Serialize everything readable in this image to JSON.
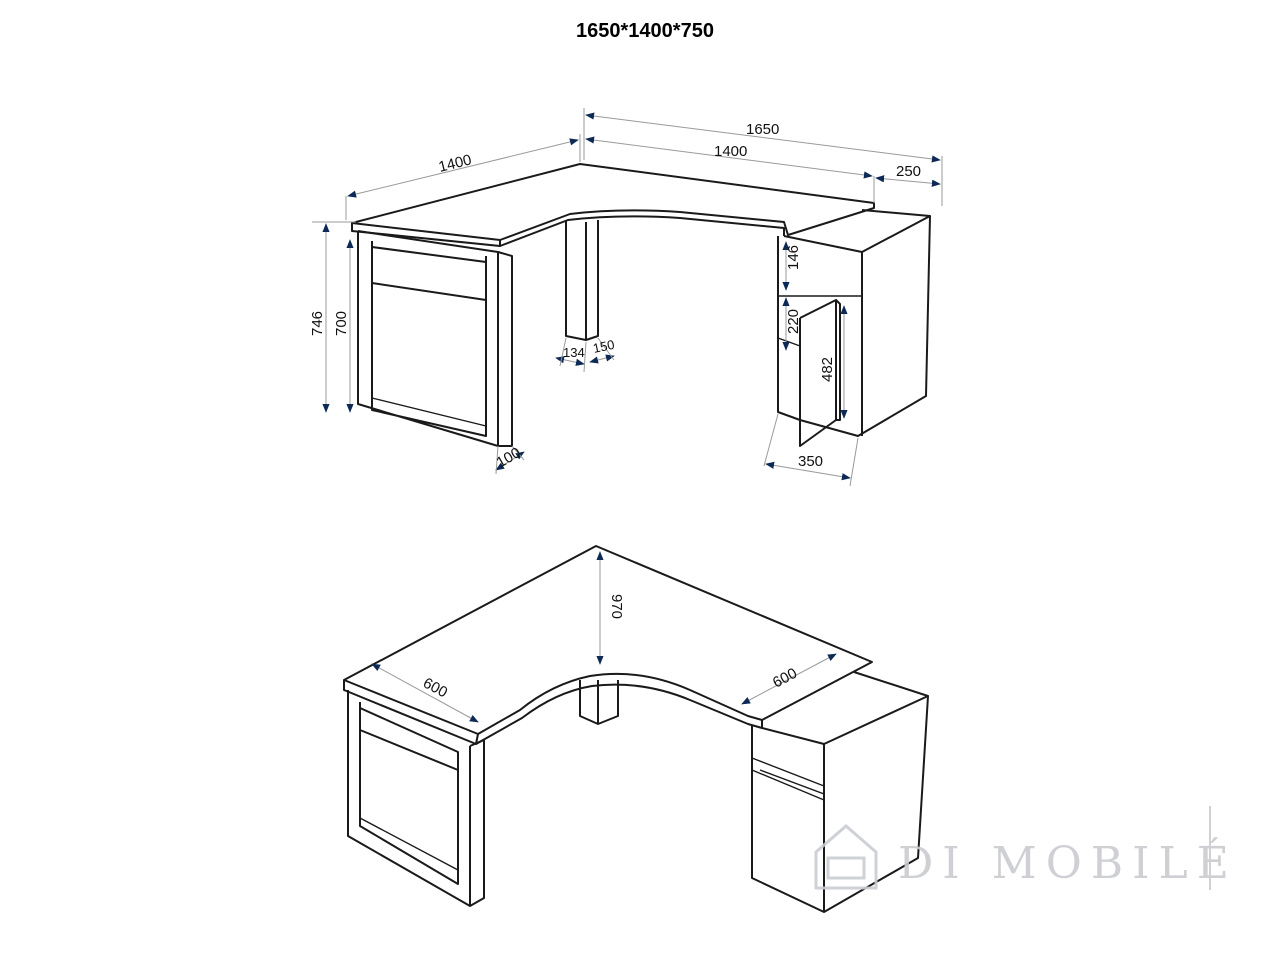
{
  "title": "1650*1400*750",
  "top_view": {
    "dims": {
      "total_length": "1650",
      "right_top_length": "1400",
      "left_top_length": "1400",
      "shelf_depth": "250",
      "height_total": "746",
      "height_leg": "700",
      "leg_width_a": "134",
      "leg_width_b": "150",
      "side_panel_depth": "100",
      "shelf_gap": "146",
      "drawer_gap": "220",
      "door_height": "482",
      "cabinet_width": "350"
    }
  },
  "bottom_view": {
    "dims": {
      "left_depth": "600",
      "corner_depth": "970",
      "right_depth": "600"
    }
  },
  "watermark": "DI MOBILÉ",
  "colors": {
    "line": "#1a1a1a",
    "arrow": "#0c2a55",
    "dim_line": "#9a9a9a",
    "watermark": "#c9ccd0"
  }
}
